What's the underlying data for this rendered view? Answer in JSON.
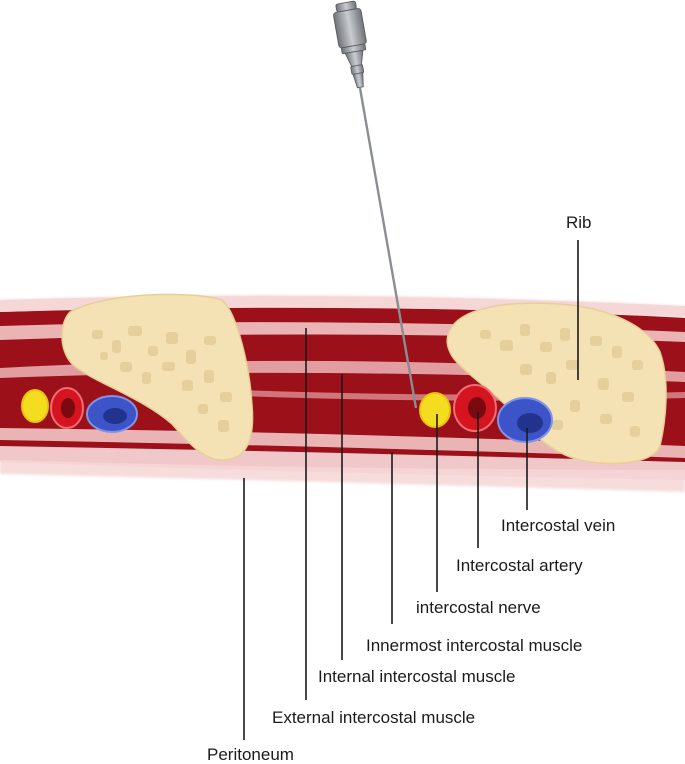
{
  "diagram": {
    "labels": {
      "rib": "Rib",
      "intercostal_vein": "Intercostal vein",
      "intercostal_artery": "Intercostal artery",
      "intercostal_nerve": "intercostal nerve",
      "innermost_intercostal_muscle": "Innermost intercostal muscle",
      "internal_intercostal_muscle": "Internal intercostal muscle",
      "external_intercostal_muscle": "External intercostal muscle",
      "peritoneum": "Peritoneum"
    },
    "colors": {
      "muscle": "#9b1019",
      "fascia": "#f3c6c7",
      "rib_bone": "#f4e1b4",
      "rib_spots": "#e3cc9a",
      "nerve": "#f4dc1f",
      "artery": "#d6141f",
      "vein": "#3d54c9",
      "needle": "#8a8e92"
    }
  }
}
